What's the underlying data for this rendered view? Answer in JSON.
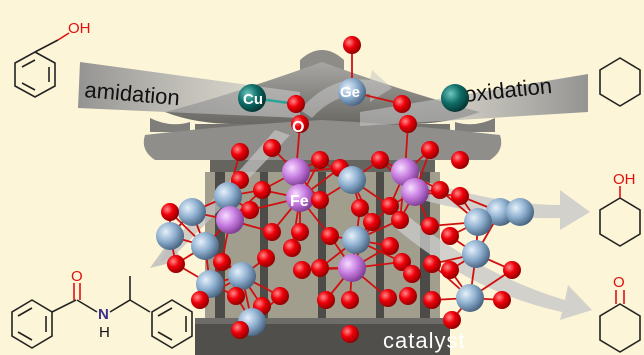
{
  "labels": {
    "amidation": "amidation",
    "oxidation": "oxidation",
    "catalyst": "catalyst"
  },
  "atoms": {
    "cu": "Cu",
    "ge": "Ge",
    "o": "O",
    "fe": "Fe"
  },
  "molecules": {
    "benzyl_alcohol": {
      "atom": "OH"
    },
    "cyclohexanol": {
      "atom": "OH"
    },
    "cyclohexanone": {
      "atom": "O"
    },
    "amide": {
      "o": "O",
      "n": "N",
      "h": "H"
    }
  },
  "colors": {
    "background": "#fdf5d7",
    "oxygen": "#e8000a",
    "iron": "#c77de0",
    "germanium": "#8fb0d0",
    "copper": "#0f6e68",
    "nitrogen": "#3a2f8f",
    "bond": "#d01010",
    "arrow": "#b8b8b8",
    "pavilion": "#6e6e6e"
  }
}
